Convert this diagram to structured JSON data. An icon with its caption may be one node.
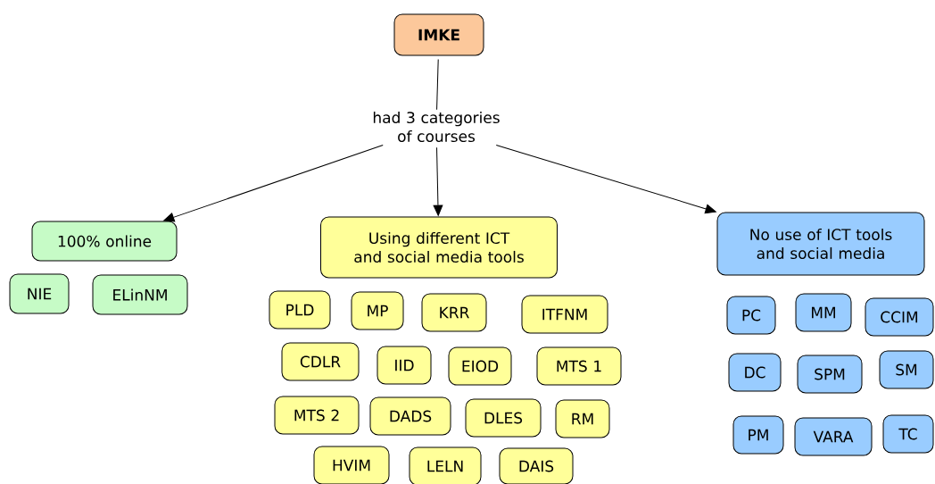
{
  "diagram": {
    "nodes": [
      {
        "text": [
          "IMKE"
        ]
      },
      {
        "text": [
          "had 3 categories of courses"
        ]
      },
      {
        "text": [
          "100% online"
        ]
      },
      {
        "text": [
          "Using different ICT and social media tools"
        ]
      },
      {
        "text": [
          "No use of ICT tools and social media"
        ]
      },
      {
        "text": [
          "NIE"
        ]
      },
      {
        "text": [
          "ELinNM"
        ]
      },
      {
        "text": [
          "PLD"
        ]
      },
      {
        "text": [
          "MP"
        ]
      },
      {
        "text": [
          "KRR"
        ]
      },
      {
        "text": [
          "ITFNM"
        ]
      },
      {
        "text": [
          "CDLR"
        ]
      },
      {
        "text": [
          "IID"
        ]
      },
      {
        "text": [
          "EIOD"
        ]
      },
      {
        "text": [
          "MTS 1"
        ]
      },
      {
        "text": [
          "MTS 2"
        ]
      },
      {
        "text": [
          "DADS"
        ]
      },
      {
        "text": [
          "DLES"
        ]
      },
      {
        "text": [
          "RM"
        ]
      },
      {
        "text": [
          "HVIM"
        ]
      },
      {
        "text": [
          "LELN"
        ]
      },
      {
        "text": [
          "DAIS"
        ]
      },
      {
        "text": [
          "PC"
        ]
      },
      {
        "text": [
          "MM"
        ]
      },
      {
        "text": [
          "CCIM"
        ]
      },
      {
        "text": [
          "DC"
        ]
      },
      {
        "text": [
          "SPM"
        ]
      },
      {
        "text": [
          "SM"
        ]
      },
      {
        "text": [
          "PM"
        ]
      },
      {
        "text": [
          "VARA"
        ]
      },
      {
        "text": [
          "TC"
        ]
      }
    ],
    "edges": [
      {
        "from": 0,
        "to": 1,
        "arrow": "none"
      },
      {
        "from": 1,
        "to": 2,
        "arrow": "to"
      },
      {
        "from": 1,
        "to": 3,
        "arrow": "to"
      },
      {
        "from": 1,
        "to": 4,
        "arrow": "to"
      }
    ]
  }
}
